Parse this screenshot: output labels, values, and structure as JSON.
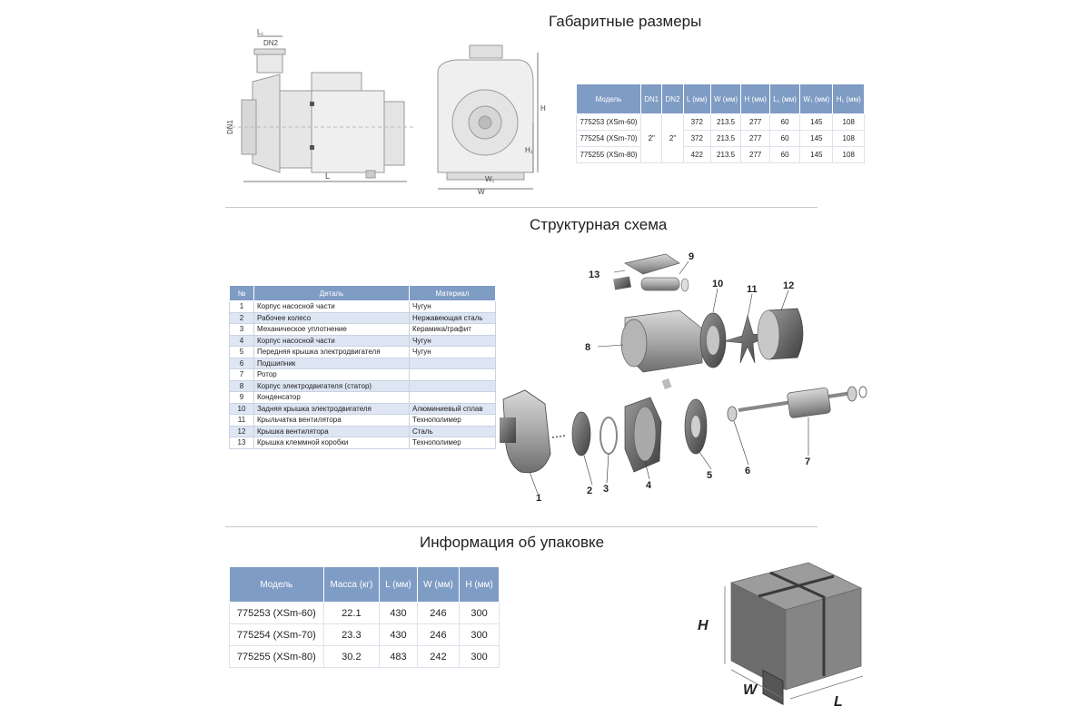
{
  "sections": {
    "dims_title": "Габаритные размеры",
    "struct_title": "Структурная схема",
    "pack_title": "Информация об упаковке"
  },
  "drawing_labels": {
    "dn2": "DN2",
    "dn1": "DN1",
    "l": "L",
    "l1": "L₁",
    "h": "H",
    "h1": "H₁",
    "w": "W",
    "w1": "W₁"
  },
  "dims_table": {
    "headers": [
      "Модель",
      "DN1",
      "DN2",
      "L (мм)",
      "W (мм)",
      "H (мм)",
      "L₁ (мм)",
      "W₁ (мм)",
      "H₁ (мм)"
    ],
    "dn1_merged": "2\"",
    "dn2_merged": "2\"",
    "rows": [
      {
        "model": "775253 (XSm-60)",
        "L": "372",
        "W": "213.5",
        "H": "277",
        "L1": "60",
        "W1": "145",
        "H1": "108"
      },
      {
        "model": "775254 (XSm-70)",
        "L": "372",
        "W": "213.5",
        "H": "277",
        "L1": "60",
        "W1": "145",
        "H1": "108"
      },
      {
        "model": "775255 (XSm-80)",
        "L": "422",
        "W": "213.5",
        "H": "277",
        "L1": "60",
        "W1": "145",
        "H1": "108"
      }
    ]
  },
  "struct_table": {
    "headers": [
      "№",
      "Деталь",
      "Материал"
    ],
    "rows": [
      {
        "n": "1",
        "part": "Корпус насосной части",
        "material": "Чугун"
      },
      {
        "n": "2",
        "part": "Рабочее колесо",
        "material": "Нержавеющая сталь"
      },
      {
        "n": "3",
        "part": "Механическое уплотнение",
        "material": "Керамика/графит"
      },
      {
        "n": "4",
        "part": "Корпус насосной части",
        "material": "Чугун"
      },
      {
        "n": "5",
        "part": "Передняя крышка электродвигателя",
        "material": "Чугун"
      },
      {
        "n": "6",
        "part": "Подшипник",
        "material": ""
      },
      {
        "n": "7",
        "part": "Ротор",
        "material": ""
      },
      {
        "n": "8",
        "part": "Корпус электродвигателя (статор)",
        "material": ""
      },
      {
        "n": "9",
        "part": "Конденсатор",
        "material": ""
      },
      {
        "n": "10",
        "part": "Задняя крышка электродвигателя",
        "material": "Алюминиевый сплав"
      },
      {
        "n": "11",
        "part": "Крыльчатка вентилятора",
        "material": "Технополимер"
      },
      {
        "n": "12",
        "part": "Крышка вентилятора",
        "material": "Сталь"
      },
      {
        "n": "13",
        "part": "Крышка клеммной коробки",
        "material": "Технополимер"
      }
    ]
  },
  "exploded_labels": [
    "1",
    "2",
    "3",
    "4",
    "5",
    "6",
    "7",
    "8",
    "9",
    "10",
    "11",
    "12",
    "13"
  ],
  "pack_table": {
    "headers": [
      "Модель",
      "Масса (кг)",
      "L (мм)",
      "W (мм)",
      "H (мм)"
    ],
    "rows": [
      {
        "model": "775253 (XSm-60)",
        "mass": "22.1",
        "L": "430",
        "W": "246",
        "H": "300"
      },
      {
        "model": "775254 (XSm-70)",
        "mass": "23.3",
        "L": "430",
        "W": "246",
        "H": "300"
      },
      {
        "model": "775255 (XSm-80)",
        "mass": "30.2",
        "L": "483",
        "W": "242",
        "H": "300"
      }
    ]
  },
  "box_labels": {
    "h": "H",
    "w": "W",
    "l": "L"
  }
}
